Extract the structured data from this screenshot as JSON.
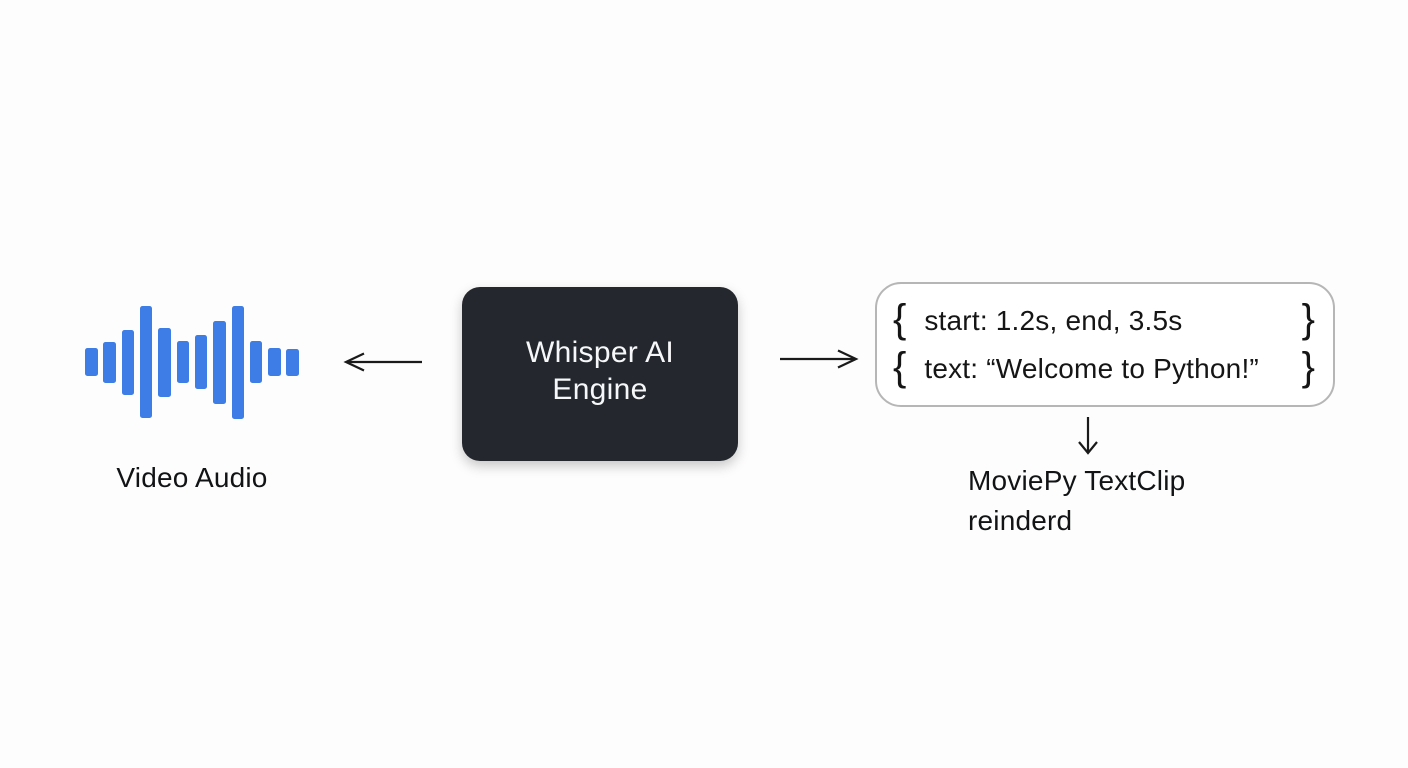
{
  "left_node": {
    "label": "Video Audio",
    "waveform": {
      "icon": "audio-waveform-icon",
      "color": "#3d7de5",
      "bar_heights": [
        28,
        41,
        65,
        112,
        69,
        42,
        54,
        83,
        113,
        42,
        28,
        27
      ]
    }
  },
  "center_node": {
    "label_line1": "Whisper AI",
    "label_line2": "Engine",
    "bg_color": "#24282e",
    "text_color": "#f6f7f8"
  },
  "arrows": {
    "left": "arrow-pointing-left",
    "right": "arrow-pointing-right",
    "down": "arrow-pointing-down",
    "color": "#1a1a1a"
  },
  "output_node": {
    "border_color": "#b6b6b6",
    "rows": [
      {
        "open": "{",
        "text": "start: 1.2s, end, 3.5s",
        "close": "}"
      },
      {
        "open": "{",
        "text": "text: “Welcome to Python!”",
        "close": "}"
      }
    ]
  },
  "result_label": {
    "line1": "MoviePy TextClip",
    "line2": "reinderd"
  }
}
